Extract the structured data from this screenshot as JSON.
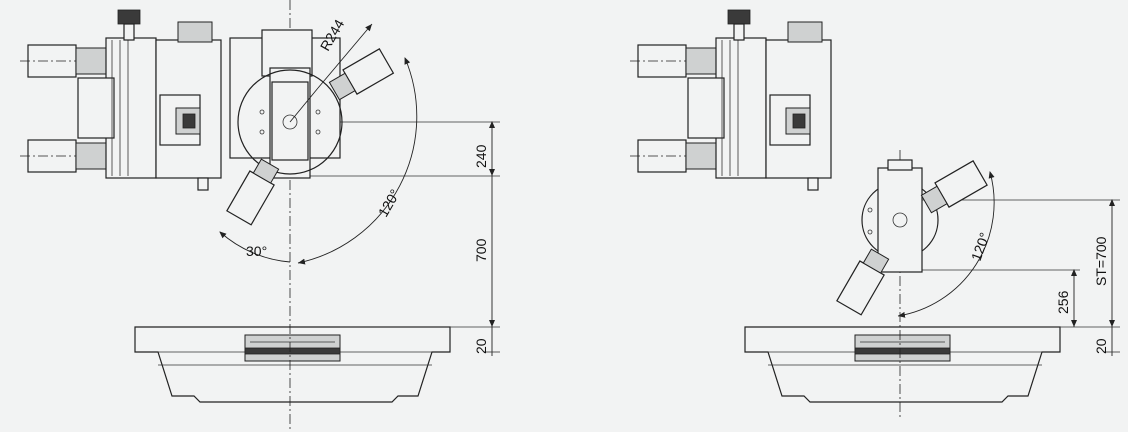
{
  "left_view": {
    "radius_label": "R244",
    "dim_240": "240",
    "dim_700": "700",
    "dim_20": "20",
    "angle_120": "120°",
    "angle_30": "30°"
  },
  "right_view": {
    "dim_st": "ST=700",
    "dim_256": "256",
    "dim_20": "20",
    "angle_120": "120°"
  }
}
